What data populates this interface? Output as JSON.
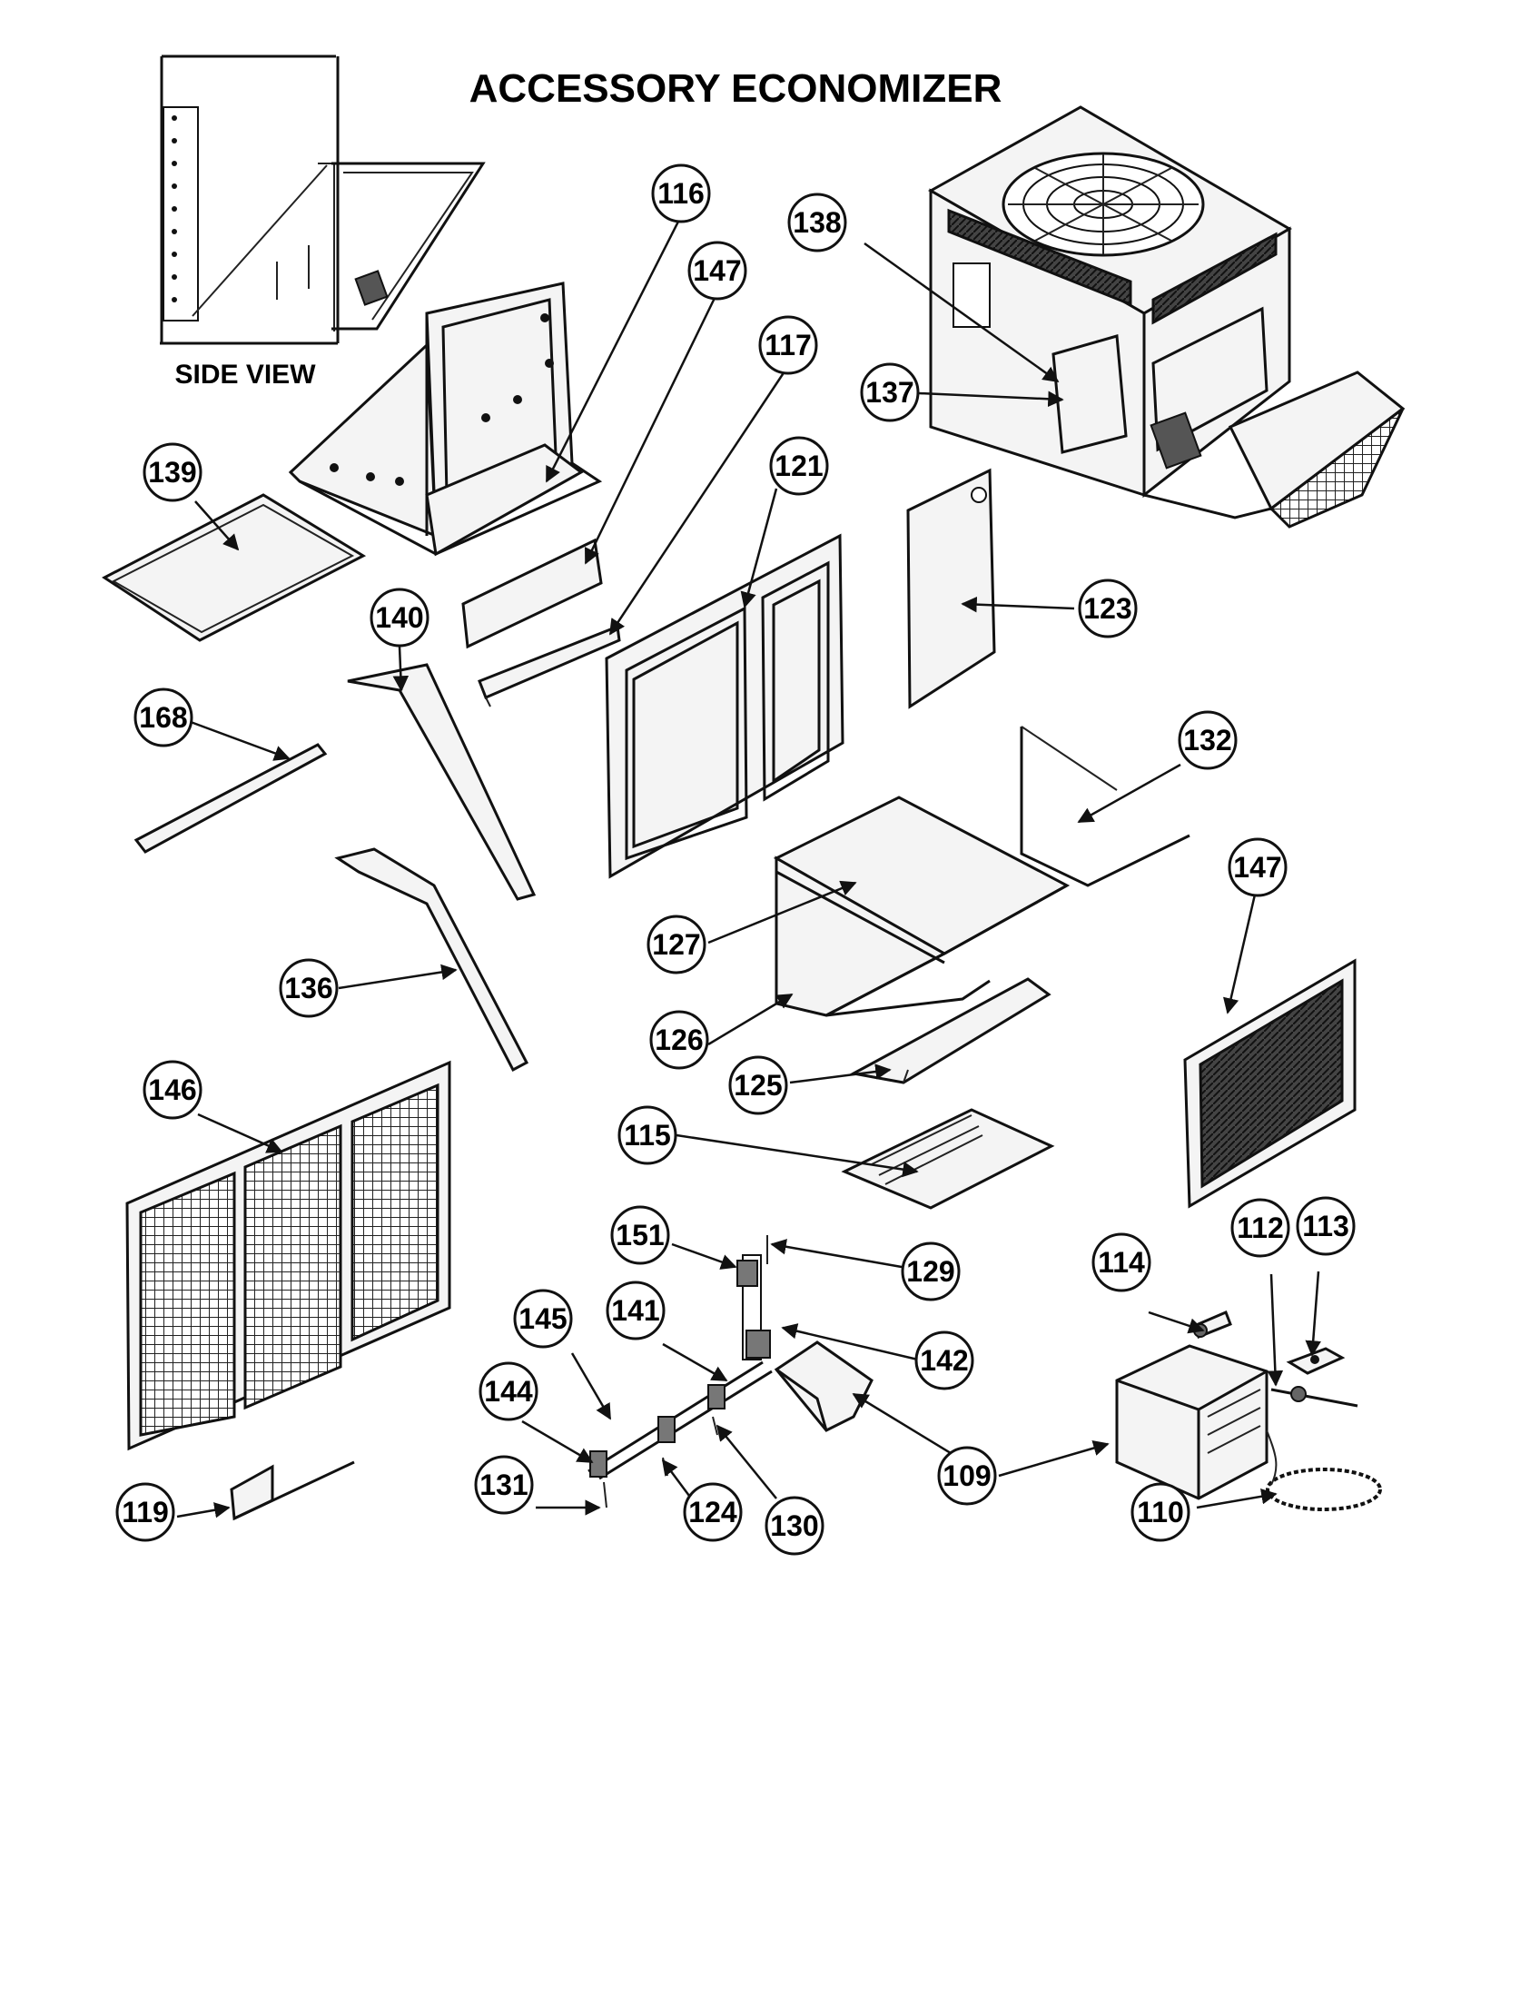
{
  "diagram": {
    "title": "ACCESSORY ECONOMIZER",
    "side_view_label": "SIDE VIEW",
    "callouts": [
      {
        "id": "c116",
        "label": "116"
      },
      {
        "id": "c147a",
        "label": "147"
      },
      {
        "id": "c117",
        "label": "117"
      },
      {
        "id": "c138",
        "label": "138"
      },
      {
        "id": "c137",
        "label": "137"
      },
      {
        "id": "c139",
        "label": "139"
      },
      {
        "id": "c121",
        "label": "121"
      },
      {
        "id": "c123",
        "label": "123"
      },
      {
        "id": "c140",
        "label": "140"
      },
      {
        "id": "c168",
        "label": "168"
      },
      {
        "id": "c132",
        "label": "132"
      },
      {
        "id": "c147b",
        "label": "147"
      },
      {
        "id": "c127",
        "label": "127"
      },
      {
        "id": "c136",
        "label": "136"
      },
      {
        "id": "c126",
        "label": "126"
      },
      {
        "id": "c146",
        "label": "146"
      },
      {
        "id": "c125",
        "label": "125"
      },
      {
        "id": "c115",
        "label": "115"
      },
      {
        "id": "c151",
        "label": "151"
      },
      {
        "id": "c129",
        "label": "129"
      },
      {
        "id": "c114",
        "label": "114"
      },
      {
        "id": "c112",
        "label": "112"
      },
      {
        "id": "c113",
        "label": "113"
      },
      {
        "id": "c145",
        "label": "145"
      },
      {
        "id": "c141",
        "label": "141"
      },
      {
        "id": "c142",
        "label": "142"
      },
      {
        "id": "c144",
        "label": "144"
      },
      {
        "id": "c109",
        "label": "109"
      },
      {
        "id": "c131",
        "label": "131"
      },
      {
        "id": "c124",
        "label": "124"
      },
      {
        "id": "c130",
        "label": "130"
      },
      {
        "id": "c119",
        "label": "119"
      },
      {
        "id": "c110",
        "label": "110"
      }
    ]
  }
}
